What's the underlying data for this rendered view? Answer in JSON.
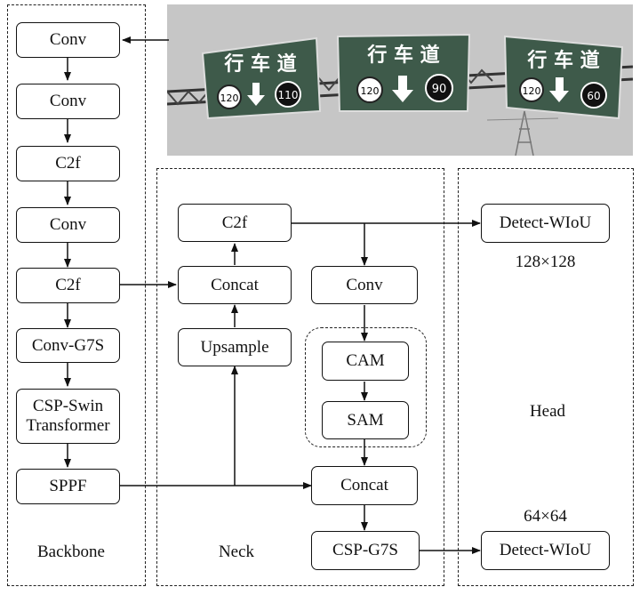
{
  "backbone": {
    "label": "Backbone",
    "nodes": [
      "Conv",
      "Conv",
      "C2f",
      "Conv",
      "C2f",
      "Conv-G7S",
      "CSP-Swin\nTransformer",
      "SPPF"
    ]
  },
  "neck": {
    "label": "Neck",
    "c2f": "C2f",
    "concat_top": "Concat",
    "upsample": "Upsample",
    "conv": "Conv",
    "cam": "CAM",
    "sam": "SAM",
    "concat_bottom": "Concat",
    "csp": "CSP-G7S"
  },
  "head": {
    "label": "Head",
    "detect_top": "Detect-WIoU",
    "detect_top_size": "128×128",
    "detect_bottom": "Detect-WIoU",
    "detect_bottom_size": "64×64"
  },
  "photo": {
    "signs": [
      {
        "text": "行 车 道",
        "left_speed": "120",
        "right_speed": "110"
      },
      {
        "text": "行 车 道",
        "left_speed": "120",
        "right_speed": "90"
      },
      {
        "text": "行 车 道",
        "left_speed": "120",
        "right_speed": "60"
      }
    ],
    "colors": {
      "sign": "#3e5a4a",
      "sky": "#c4c4c4"
    }
  }
}
